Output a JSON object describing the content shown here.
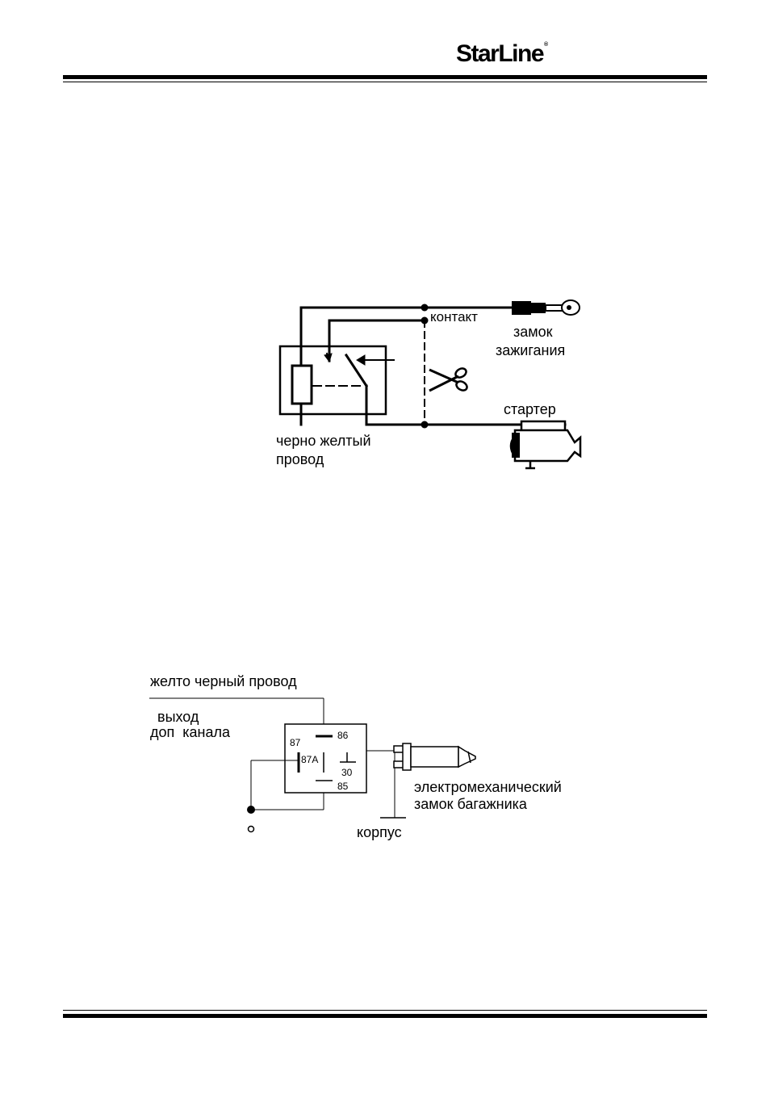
{
  "header": {
    "brand": "StarLine",
    "brand_mark": "®"
  },
  "diagram1": {
    "label_contact": "контакт",
    "label_ignition_line1": "замок",
    "label_ignition_line2": "зажигания",
    "label_starter": "стартер",
    "label_wire_line1": "черно желтый",
    "label_wire_line2": "провод",
    "icons": [
      "ignition-key-icon",
      "scissors-icon",
      "starter-motor-icon",
      "relay-coil-icon"
    ]
  },
  "diagram2": {
    "label_wire": "желто черный провод",
    "label_output_line1": "выход",
    "label_output_line2": "доп  канала",
    "pin_87": "87",
    "pin_86": "86",
    "pin_87a": "87A",
    "pin_30": "30",
    "pin_85": "85",
    "label_lock_line1": "электромеханический",
    "label_lock_line2": "замок багажника",
    "label_ground": "корпус",
    "icons": [
      "relay-icon",
      "trunk-lock-actuator-icon",
      "ground-icon"
    ]
  }
}
